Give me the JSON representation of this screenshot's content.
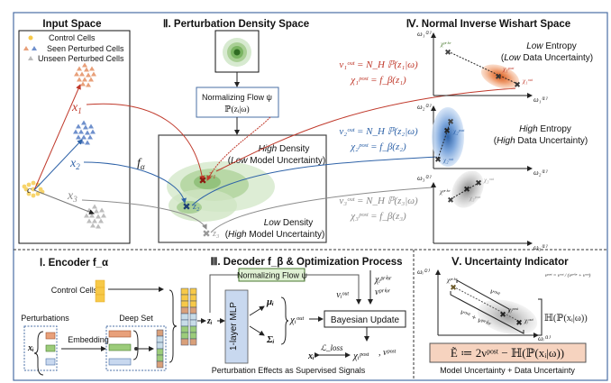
{
  "colors": {
    "frame": "#4a6fa5",
    "red": "#c0392b",
    "blue": "#2f63a8",
    "gray": "#8c8c8c",
    "orange": "#e8a07a",
    "green": "#7aaa5a",
    "yellow": "#f7c948",
    "peach": "#f6d3bf"
  },
  "input_space": {
    "title": "Input Space",
    "legend": [
      {
        "label": "Control Cells",
        "marker": "yellow-dot"
      },
      {
        "label": "Seen Perturbed Cells",
        "marker": "orange-blue-triangles"
      },
      {
        "label": "Unseen Perturbed Cells",
        "marker": "gray-triangle"
      }
    ],
    "c_label": "c",
    "x1": "x",
    "x1_sub": "1",
    "x2": "x",
    "x2_sub": "2",
    "x3": "x",
    "x3_sub": "3",
    "f_alpha": "f",
    "f_alpha_sub": "α"
  },
  "density_space": {
    "title": "Ⅱ. Perturbation Density Space",
    "flow_box_line1": "Normalizing Flow ψ",
    "flow_box_line2": "ℙ(zᵢ|ω)",
    "high_label_em": "High",
    "high_label_rest": " Density",
    "high_sub_open": "(",
    "high_sub_em": "Low",
    "high_sub_rest": " Model Uncertainty)",
    "low_label_em": "Low",
    "low_label_rest": " Density",
    "low_sub_open": "(",
    "low_sub_em": "High",
    "low_sub_rest": " Model Uncertainty)",
    "z1": "z₁",
    "z2": "z₂",
    "z3": "z₃"
  },
  "niw_space": {
    "title": "Ⅳ. Normal Inverse Wishart Space",
    "eq1_line1": "ν₁ᵒᵘᵗ = N_H ℙ(z₁|ω)",
    "eq1_line2": "χ₁ᵖᵒˢᵗ = f_β(z₁)",
    "eq2_line1": "ν₂ᵒᵘᵗ = N_H ℙ(z₂|ω)",
    "eq2_line2": "χ₂ᵖᵒˢᵗ = f_β(z₂)",
    "eq3_line1": "ν₃ᵒᵘᵗ = N_H ℙ(z₃|ω)",
    "eq3_line2": "χ₃ᵖᵒˢᵗ = f_β(z₃)",
    "low_entropy_em": "Low",
    "low_entropy_rest": " Entropy",
    "low_entropy_sub_em": "Low",
    "low_entropy_sub_rest": " Data Uncertainty)",
    "high_entropy_em": "High",
    "high_entropy_rest": " Entropy",
    "high_entropy_sub_em": "High",
    "high_entropy_sub_rest": " Data Uncertainty)",
    "axis1_y": "ω₁⁽²⁾",
    "axis1_x": "ω₁⁽¹⁾",
    "axis2_y": "ω₂⁽²⁾",
    "axis2_x": "ω₂⁽¹⁾",
    "axis3_y": "ω₃⁽²⁾",
    "axis3_x": "ω₃⁽¹⁾",
    "prior": "χᵖʳⁱᵒʳ",
    "post1": "χ₁ᵖᵒˢᵗ",
    "out1": "χ₁ᵒᵘᵗ",
    "post2": "χ₂ᵖᵒˢᵗ",
    "out2": "χ₂ᵒᵘᵗ",
    "post3": "χ₃ᵖᵒˢᵗ",
    "out3": "χ₃ᵒᵘᵗ"
  },
  "encoder": {
    "title": "Ⅰ. Encoder f_α",
    "control_cells": "Control Cells c",
    "perturbations": "Perturbations",
    "deep_set": "Deep Set",
    "embedding": "Embedding",
    "xi": "xᵢ"
  },
  "decoder": {
    "title": "Ⅲ. Decoder f_β & Optimization Process",
    "flow": "Normalizing Flow ψ",
    "mlp": "1-layer MLP",
    "zi": "zᵢ",
    "mu": "μᵢ",
    "sigma": "Σᵢ",
    "chi_out": "χᵢᵒᵘᵗ",
    "nu_out": "νᵢᵒᵘᵗ",
    "chi_prior": "χᵢᵖʳⁱᵒʳ",
    "nu_prior": "νᵖʳⁱᵒʳ",
    "bayes": "Bayesian Update",
    "xi": "xᵢ",
    "loss": "ℒ_loss",
    "chi_post": "χᵢᵖᵒˢᵗ",
    "nu_post": ", νᵖᵒˢᵗ",
    "caption": "Perturbation Effects as Supervised Signals"
  },
  "indicator": {
    "title": "Ⅴ. Uncertainty Indicator",
    "formula_small": "νᵖᵒˢᵗ = νᵒᵘᵗ / (νᵖʳⁱᵒʳ + νᵒᵘᵗ)",
    "axis_y": "ωᵢ⁽²⁾",
    "axis_x": "ωᵢ⁽¹⁾",
    "prior": "χᵖʳⁱᵒʳ",
    "post": "χᵢᵖᵒˢᵗ",
    "out": "χᵢᵒᵘᵗ",
    "nu_out": "νᵒᵘᵗ",
    "nu_sum": "νᵒᵘᵗ + νᵖʳⁱᵒʳ",
    "entropy": "ℍ(ℙ(xᵢ|ω))",
    "main_formula": "Ẽ ≔ 2νᵖᵒˢᵗ − ℍ(ℙ(xᵢ|ω))",
    "caption": "Model Uncertainty + Data Uncertainty"
  }
}
